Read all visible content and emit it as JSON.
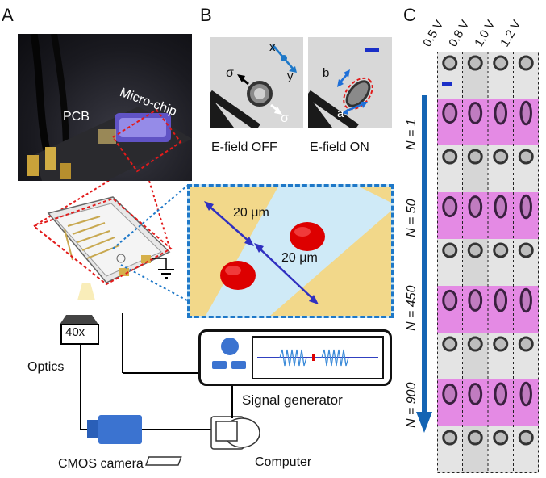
{
  "panels": {
    "a": "A",
    "b": "B",
    "c": "C"
  },
  "photo": {
    "pcb": "PCB",
    "chip": "Micro-chip"
  },
  "micrographs": {
    "off_caption": "E-field OFF",
    "on_caption": "E-field ON",
    "sigma1": "σ",
    "sigma2": "σ",
    "x": "x",
    "y": "y",
    "b": "b",
    "a": "a"
  },
  "zoom": {
    "dim1": "20 μm",
    "dim2": "20 μm"
  },
  "setup": {
    "objective": "40x",
    "optics": "Optics",
    "camera": "CMOS camera",
    "computer": "Computer",
    "generator": "Signal generator"
  },
  "timelapse": {
    "voltages": [
      "0.5 V",
      "0.8 V",
      "1.0 V",
      "1.2 V"
    ],
    "cycles": [
      "N = 1",
      "N = 50",
      "N = 450",
      "N = 900"
    ]
  },
  "colors": {
    "accent": "#1464b4",
    "cell": "#dd0000",
    "pink": "#e48ae4",
    "dotred": "#e21b1b",
    "dotblue": "#1e6fd8",
    "electrode": "#f2d88a"
  }
}
